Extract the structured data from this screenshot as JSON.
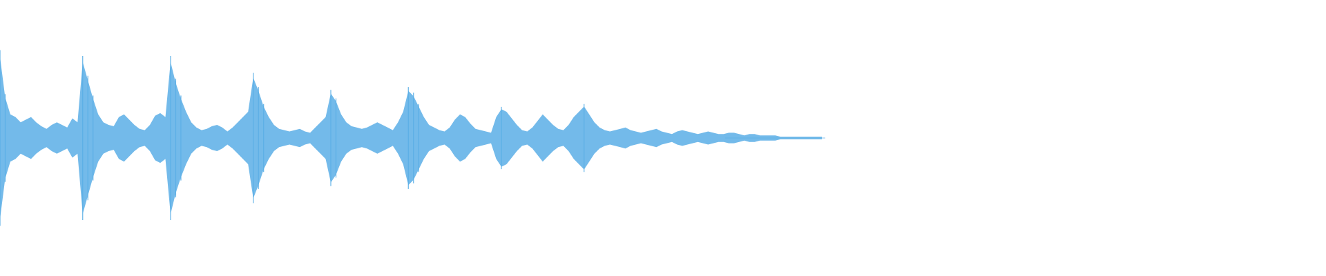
{
  "waveform": {
    "color": "#5aaee6",
    "background": "#ffffff",
    "sample_peaks": [
      0.62,
      0.31,
      0.18,
      0.16,
      0.12,
      0.14,
      0.16,
      0.12,
      0.09,
      0.07,
      0.1,
      0.12,
      0.1,
      0.08,
      0.15,
      0.12,
      0.58,
      0.44,
      0.3,
      0.18,
      0.12,
      0.1,
      0.09,
      0.16,
      0.18,
      0.14,
      0.1,
      0.07,
      0.06,
      0.1,
      0.17,
      0.19,
      0.16,
      0.58,
      0.42,
      0.3,
      0.2,
      0.12,
      0.08,
      0.06,
      0.07,
      0.09,
      0.1,
      0.08,
      0.05,
      0.08,
      0.12,
      0.16,
      0.2,
      0.46,
      0.36,
      0.24,
      0.16,
      0.1,
      0.07,
      0.06,
      0.05,
      0.06,
      0.07,
      0.05,
      0.04,
      0.08,
      0.12,
      0.16,
      0.34,
      0.28,
      0.18,
      0.12,
      0.09,
      0.08,
      0.07,
      0.08,
      0.1,
      0.12,
      0.1,
      0.08,
      0.06,
      0.12,
      0.2,
      0.36,
      0.32,
      0.24,
      0.16,
      0.1,
      0.08,
      0.06,
      0.05,
      0.08,
      0.14,
      0.18,
      0.16,
      0.11,
      0.07,
      0.06,
      0.05,
      0.04,
      0.16,
      0.22,
      0.2,
      0.15,
      0.1,
      0.06,
      0.05,
      0.08,
      0.13,
      0.18,
      0.14,
      0.1,
      0.07,
      0.06,
      0.1,
      0.16,
      0.2,
      0.24,
      0.18,
      0.12,
      0.08,
      0.06,
      0.05,
      0.06,
      0.07,
      0.08,
      0.06,
      0.05,
      0.04,
      0.05,
      0.06,
      0.07,
      0.05,
      0.04,
      0.03,
      0.05,
      0.06,
      0.05,
      0.04,
      0.03,
      0.04,
      0.05,
      0.04,
      0.03,
      0.03,
      0.04,
      0.04,
      0.03,
      0.02,
      0.03,
      0.03,
      0.02,
      0.02,
      0.02,
      0.02,
      0.01,
      0.01,
      0.01,
      0.01,
      0.01,
      0.01,
      0.01,
      0.01,
      0.01
    ]
  }
}
